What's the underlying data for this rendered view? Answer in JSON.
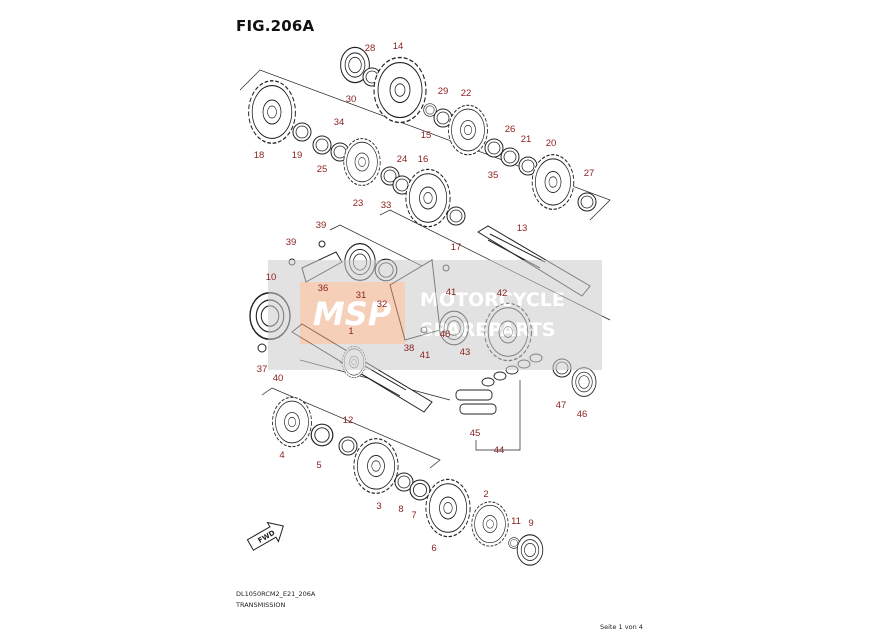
{
  "figure": {
    "title": "FIG.206A"
  },
  "footer": {
    "code": "DL1050RCM2_E21_206A",
    "section": "TRANSMISSION",
    "page": "Seite 1 von 4"
  },
  "watermark": {
    "brand": "MSP",
    "line1": "MOTORCYCLE",
    "line2": "SPAREPARTS"
  },
  "fwd_label": "FWD",
  "callouts": [
    "1",
    "2",
    "3",
    "4",
    "5",
    "6",
    "7",
    "8",
    "9",
    "10",
    "11",
    "12",
    "13",
    "14",
    "15",
    "16",
    "17",
    "18",
    "19",
    "20",
    "21",
    "22",
    "23",
    "24",
    "25",
    "26",
    "27",
    "28",
    "29",
    "30",
    "31",
    "32",
    "33",
    "34",
    "35",
    "36",
    "37",
    "38",
    "39",
    "39",
    "40",
    "41",
    "41",
    "42",
    "43",
    "44",
    "45",
    "46",
    "47",
    "48"
  ],
  "colors": {
    "callout": "#8b1e1e",
    "line": "#222222",
    "watermark_bg": "#cccccc",
    "watermark_brand": "#f0a880"
  }
}
